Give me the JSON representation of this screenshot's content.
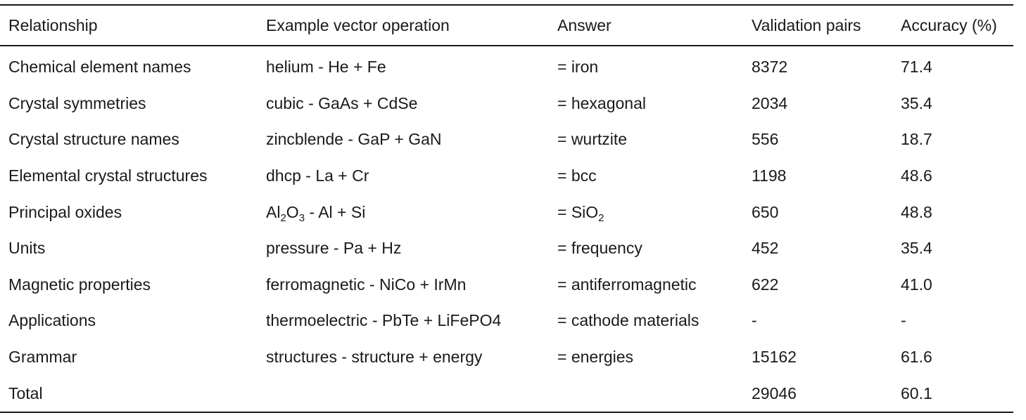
{
  "table": {
    "headers": [
      "Relationship",
      "Example vector operation",
      "Answer",
      "Validation pairs",
      "Accuracy (%)"
    ],
    "rows": [
      {
        "relationship": "Chemical element names",
        "operation": "helium - He + Fe",
        "answer": "= iron",
        "pairs": "8372",
        "accuracy": "71.4"
      },
      {
        "relationship": "Crystal symmetries",
        "operation": "cubic - GaAs + CdSe",
        "answer": "= hexagonal",
        "pairs": "2034",
        "accuracy": "35.4"
      },
      {
        "relationship": "Crystal structure names",
        "operation": "zincblende - GaP + GaN",
        "answer": "= wurtzite",
        "pairs": "556",
        "accuracy": "18.7"
      },
      {
        "relationship": "Elemental crystal structures",
        "operation": "dhcp - La + Cr",
        "answer": "= bcc",
        "pairs": "1198",
        "accuracy": "48.6"
      },
      {
        "relationship": "Principal oxides",
        "operation_parts": {
          "a": "Al",
          "a_sub": "2",
          "b": "O",
          "b_sub": "3",
          "rest": " - Al + Si"
        },
        "answer_parts": {
          "prefix": "= SiO",
          "sub": "2"
        },
        "pairs": "650",
        "accuracy": "48.8"
      },
      {
        "relationship": "Units",
        "operation": "pressure - Pa + Hz",
        "answer": "= frequency",
        "pairs": "452",
        "accuracy": "35.4"
      },
      {
        "relationship": "Magnetic properties",
        "operation": "ferromagnetic - NiCo + IrMn",
        "answer": "= antiferromagnetic",
        "pairs": "622",
        "accuracy": "41.0"
      },
      {
        "relationship": "Applications",
        "operation": "thermoelectric - PbTe + LiFePO4",
        "answer": "= cathode materials",
        "pairs": "-",
        "accuracy": "-"
      },
      {
        "relationship": "Grammar",
        "operation": "structures - structure + energy",
        "answer": "= energies",
        "pairs": "15162",
        "accuracy": "61.6"
      },
      {
        "relationship": "Total",
        "operation": "",
        "answer": "",
        "pairs": "29046",
        "accuracy": "60.1"
      }
    ]
  }
}
